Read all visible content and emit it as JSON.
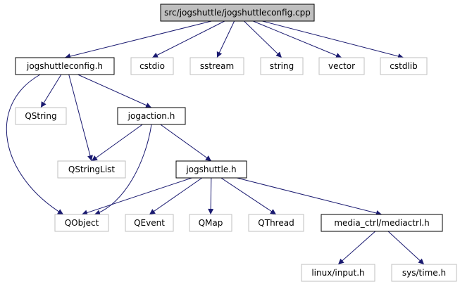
{
  "title": "src/jogshuttle/jogshuttleconfig.cpp",
  "colors": {
    "edge": "#191970",
    "root_fill": "#bfbfbf",
    "root_border": "#000000",
    "local_border": "#000000",
    "external_border": "#bfbfbf",
    "background": "#ffffff"
  },
  "nodes": {
    "root": {
      "label": "src/jogshuttle/jogshuttleconfig.cpp",
      "kind": "root"
    },
    "jogshuttleconfig_h": {
      "label": "jogshuttleconfig.h",
      "kind": "local"
    },
    "cstdio": {
      "label": "cstdio",
      "kind": "external"
    },
    "sstream": {
      "label": "sstream",
      "kind": "external"
    },
    "string": {
      "label": "string",
      "kind": "external"
    },
    "vector": {
      "label": "vector",
      "kind": "external"
    },
    "cstdlib": {
      "label": "cstdlib",
      "kind": "external"
    },
    "qstring": {
      "label": "QString",
      "kind": "external"
    },
    "jogaction_h": {
      "label": "jogaction.h",
      "kind": "local"
    },
    "qstringlist": {
      "label": "QStringList",
      "kind": "external"
    },
    "jogshuttle_h": {
      "label": "jogshuttle.h",
      "kind": "local"
    },
    "qobject": {
      "label": "QObject",
      "kind": "external"
    },
    "qevent": {
      "label": "QEvent",
      "kind": "external"
    },
    "qmap": {
      "label": "QMap",
      "kind": "external"
    },
    "qthread": {
      "label": "QThread",
      "kind": "external"
    },
    "mediactrl_h": {
      "label": "media_ctrl/mediactrl.h",
      "kind": "local"
    },
    "linux_input_h": {
      "label": "linux/input.h",
      "kind": "external"
    },
    "sys_time_h": {
      "label": "sys/time.h",
      "kind": "external"
    }
  },
  "edges": [
    {
      "from": "root",
      "to": "jogshuttleconfig_h"
    },
    {
      "from": "root",
      "to": "cstdio"
    },
    {
      "from": "root",
      "to": "sstream"
    },
    {
      "from": "root",
      "to": "string"
    },
    {
      "from": "root",
      "to": "vector"
    },
    {
      "from": "root",
      "to": "cstdlib"
    },
    {
      "from": "jogshuttleconfig_h",
      "to": "qstring"
    },
    {
      "from": "jogshuttleconfig_h",
      "to": "jogaction_h"
    },
    {
      "from": "jogshuttleconfig_h",
      "to": "qstringlist"
    },
    {
      "from": "jogshuttleconfig_h",
      "to": "qobject"
    },
    {
      "from": "jogaction_h",
      "to": "qstringlist"
    },
    {
      "from": "jogaction_h",
      "to": "jogshuttle_h"
    },
    {
      "from": "jogaction_h",
      "to": "qobject"
    },
    {
      "from": "jogshuttle_h",
      "to": "qobject"
    },
    {
      "from": "jogshuttle_h",
      "to": "qevent"
    },
    {
      "from": "jogshuttle_h",
      "to": "qmap"
    },
    {
      "from": "jogshuttle_h",
      "to": "qthread"
    },
    {
      "from": "jogshuttle_h",
      "to": "mediactrl_h"
    },
    {
      "from": "mediactrl_h",
      "to": "linux_input_h"
    },
    {
      "from": "mediactrl_h",
      "to": "sys_time_h"
    }
  ]
}
